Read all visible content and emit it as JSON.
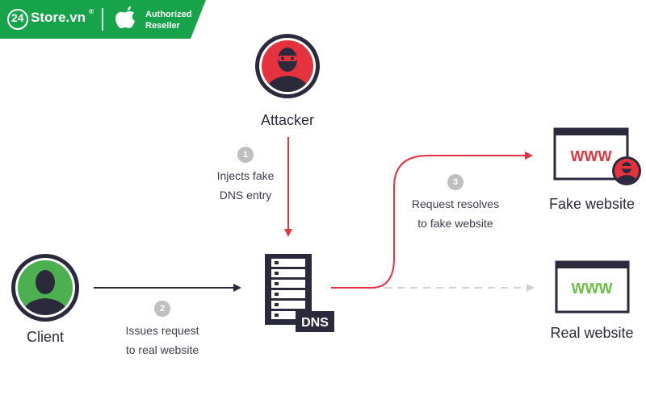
{
  "brand": {
    "logo_number": "24",
    "name": "Store.vn",
    "reg_mark": "®",
    "badge_line1": "Authorized",
    "badge_line2": "Reseller",
    "color": "#16a34a"
  },
  "actors": {
    "attacker": "Attacker",
    "client": "Client",
    "fake_website": "Fake website",
    "real_website": "Real website"
  },
  "server": {
    "label": "DNS"
  },
  "websites": {
    "fake_text": "WWW",
    "real_text": "WWW"
  },
  "steps": [
    {
      "number": "1",
      "line1": "Injects fake",
      "line2": "DNS entry"
    },
    {
      "number": "2",
      "line1": "Issues request",
      "line2": "to real website"
    },
    {
      "number": "3",
      "line1": "Request resolves",
      "line2": "to fake website"
    }
  ],
  "colors": {
    "attack": "#e5323e",
    "normal": "#2b2a3d",
    "inactive": "#d0d0d0",
    "client_fill": "#4caf50",
    "real_text": "#6abf45",
    "fake_text": "#e5323e"
  }
}
